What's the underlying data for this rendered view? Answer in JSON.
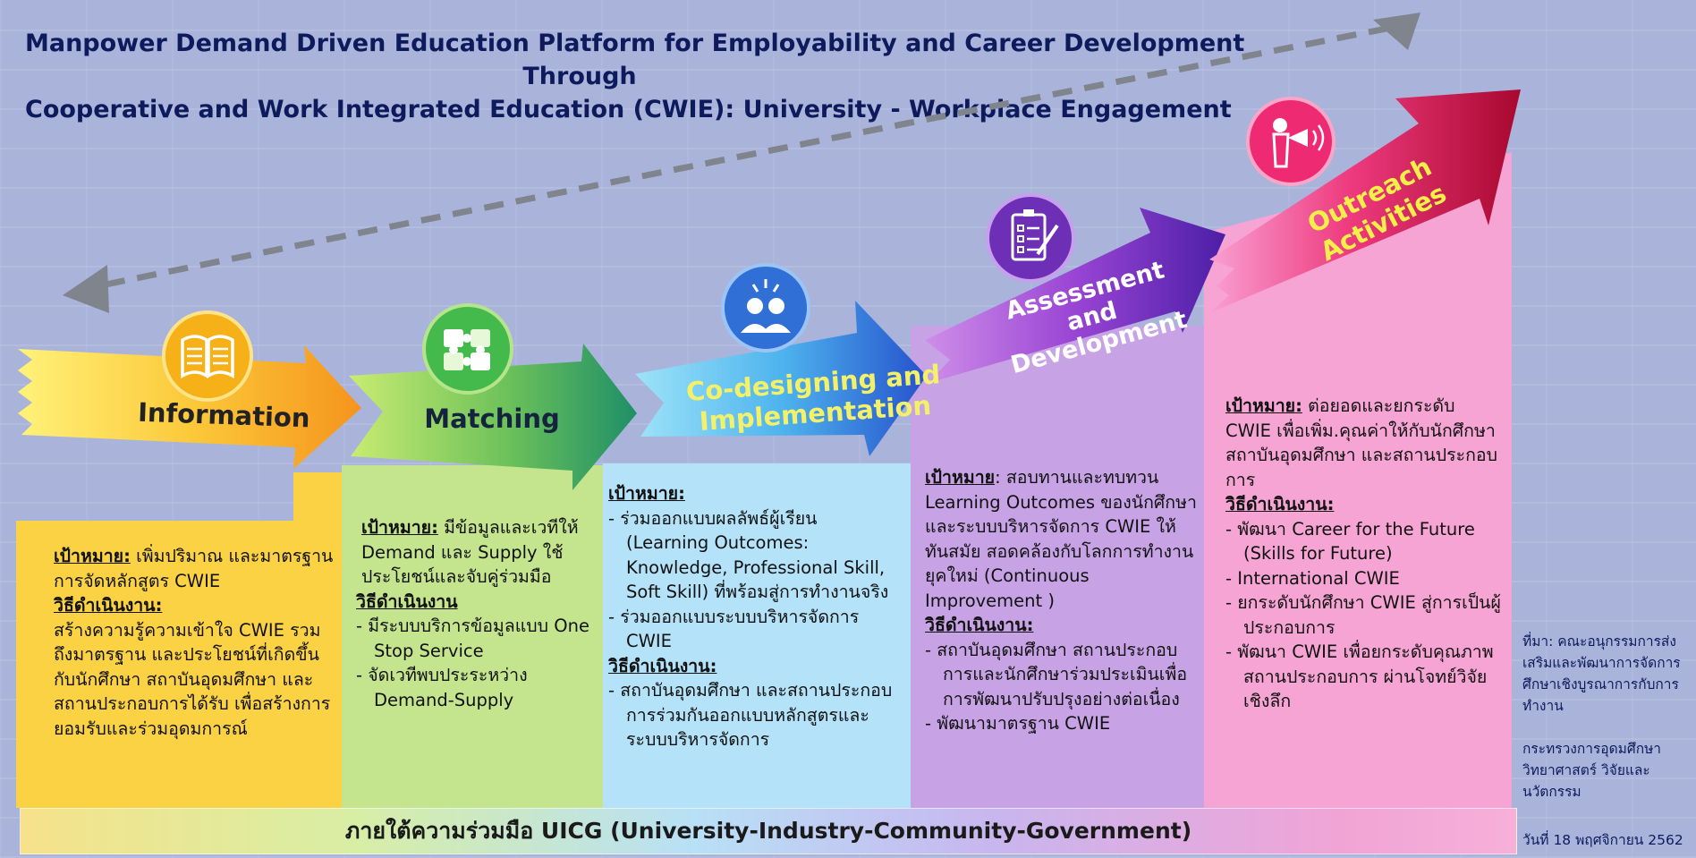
{
  "title": {
    "line1": "Manpower Demand Driven Education Platform for Employability and Career Development",
    "line2": "Through",
    "line3": "Cooperative and Work Integrated Education (CWIE): University - Workplace Engagement"
  },
  "colors": {
    "information": "#f7a51b",
    "matching": "#2e9e6c",
    "codesign": "#2c6fd8",
    "assessment": "#6a2fb8",
    "outreach": "#c8103a"
  },
  "stages": [
    {
      "label": "Information",
      "icon": "book-icon",
      "goal_head": "เป้าหมาย:",
      "goal_text": "เพิ่มปริมาณ และมาตรฐานการจัดหลักสูตร CWIE",
      "method_head": "วิธีดำเนินงาน:",
      "method_text": "สร้างความรู้ความเข้าใจ CWIE รวมถึงมาตรฐาน และประโยชน์ที่เกิดขึ้นกับนักศึกษา สถาบันอุดมศึกษา และสถานประกอบการได้รับ เพื่อสร้างการยอมรับและร่วมอุดมการณ์"
    },
    {
      "label": "Matching",
      "icon": "puzzle-icon",
      "goal_head": "เป้าหมาย:",
      "goal_text": "มีข้อมูลและเวทีให้ Demand และ Supply ใช้ประโยชน์และจับคู่ร่วมมือ",
      "method_head": "วิธีดำเนินงาน",
      "method_items": [
        "มีระบบบริการข้อมูลแบบ One Stop Service",
        "จัดเวทีพบประระหว่าง Demand-Supply"
      ]
    },
    {
      "label_line1": "Co-designing and",
      "label_line2": "Implementation",
      "icon": "people-idea-icon",
      "goal_head": "เป้าหมาย:",
      "goal_items": [
        "ร่วมออกแบบผลลัพธ์ผู้เรียน (Learning Outcomes: Knowledge, Professional Skill, Soft Skill) ที่พร้อมสู่การทำงานจริง",
        "ร่วมออกแบบระบบบริหารจัดการ CWIE"
      ],
      "method_head": "วิธีดำเนินงาน:",
      "method_items": [
        "สถาบันอุดมศึกษา และสถานประกอบการร่วมกันออกแบบหลักสูตรและระบบบริหารจัดการ"
      ]
    },
    {
      "label_line1": "Assessment",
      "label_line2": "and",
      "label_line3": "Development",
      "icon": "checklist-icon",
      "goal_head": "เป้าหมาย",
      "goal_text": ": สอบทานและทบทวน Learning Outcomes ของนักศึกษาและระบบบริหารจัดการ CWIE ให้ทันสมัย สอดคล้องกับโลกการทำงานยุคใหม่ (Continuous Improvement )",
      "method_head": "วิธีดำเนินงาน:",
      "method_items": [
        "สถาบันอุดมศึกษา สถานประกอบการและนักศึกษาร่วมประเมินเพื่อการพัฒนาปรับปรุงอย่างต่อเนื่อง",
        "พัฒนามาตรฐาน CWIE"
      ]
    },
    {
      "label_line1": "Outreach",
      "label_line2": "Activities",
      "icon": "megaphone-icon",
      "goal_head": "เป้าหมาย:",
      "goal_text": "ต่อยอดและยกระดับ CWIE เพื่อเพิ่ม.คุณค่าให้กับนักศึกษา สถาบันอุดมศึกษา และสถานประกอบการ",
      "method_head": "วิธีดำเนินงาน:",
      "method_items": [
        "พัฒนา Career for the Future (Skills for Future)",
        "International CWIE",
        "ยกระดับนักศึกษา CWIE สู่การเป็นผู้ประกอบการ",
        "พัฒนา CWIE เพื่อยกระดับคุณภาพสถานประกอบการ ผ่านโจทย์วิจัยเชิงลึก"
      ]
    }
  ],
  "footer": "ภายใต้ความร่วมมือ UICG (University-Industry-Community-Government)",
  "source": {
    "line1": "ที่มา: คณะอนุกรรมการส่งเสริมและพัฒนาการจัดการศึกษาเชิงบูรณาการกับการทำงาน",
    "line2": "กระทรวงการอุดมศึกษา วิทยาศาสตร์ วิจัยและนวัตกรรม",
    "date": "วันที่ 18 พฤศจิกายน 2562"
  }
}
